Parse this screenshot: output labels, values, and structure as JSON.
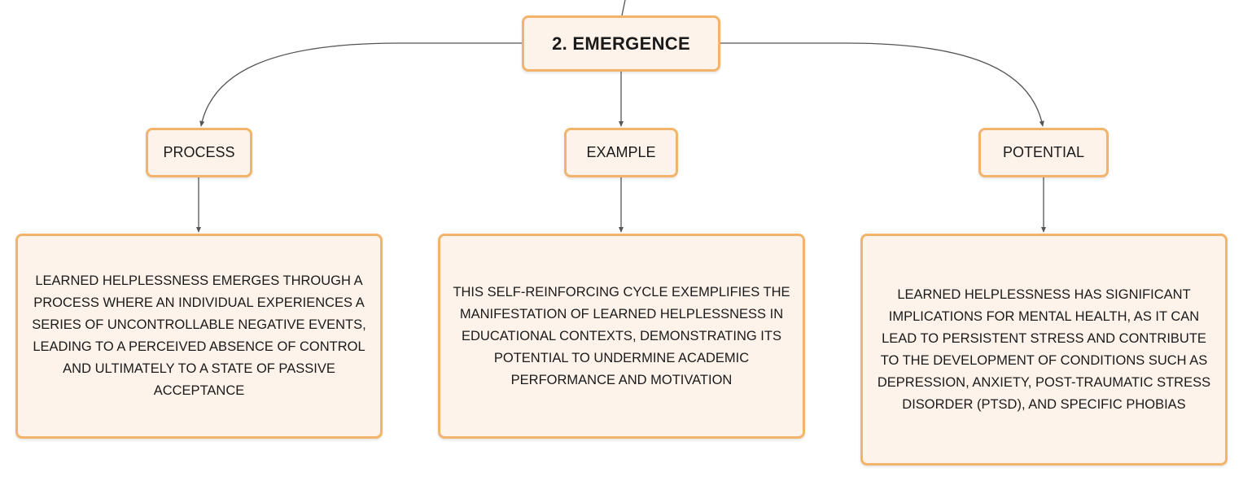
{
  "root": {
    "label": "2. EMERGENCE"
  },
  "branches": [
    {
      "label": "PROCESS",
      "detail": "LEARNED HELPLESSNESS EMERGES THROUGH A PROCESS WHERE AN INDIVIDUAL EXPERIENCES A SERIES OF UNCONTROLLABLE NEGATIVE EVENTS, LEADING TO A PERCEIVED ABSENCE OF CONTROL AND ULTIMATELY TO A STATE OF PASSIVE ACCEPTANCE"
    },
    {
      "label": "EXAMPLE",
      "detail": "THIS SELF-REINFORCING CYCLE EXEMPLIFIES THE MANIFESTATION OF LEARNED HELPLESSNESS IN EDUCATIONAL CONTEXTS, DEMONSTRATING ITS POTENTIAL TO UNDERMINE ACADEMIC PERFORMANCE AND MOTIVATION"
    },
    {
      "label": "POTENTIAL",
      "detail": "LEARNED HELPLESSNESS HAS SIGNIFICANT IMPLICATIONS FOR MENTAL HEALTH, AS IT CAN LEAD TO PERSISTENT STRESS AND CONTRIBUTE TO THE DEVELOPMENT OF CONDITIONS SUCH AS DEPRESSION, ANXIETY, POST-TRAUMATIC STRESS DISORDER (PTSD), AND SPECIFIC PHOBIAS"
    }
  ],
  "colors": {
    "node_fill": "#fdf3ea",
    "node_border": "#f2b46b",
    "connector": "#555555"
  }
}
